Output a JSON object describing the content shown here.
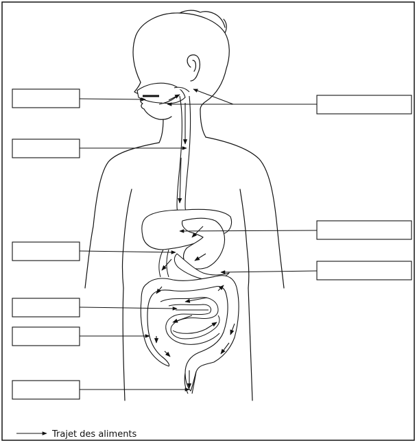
{
  "legend": {
    "text": "Trajet des aliments"
  },
  "colors": {
    "outline": "#111111",
    "organ_fill": "#ffffff",
    "background": "#ffffff"
  },
  "labels": [
    {
      "name": "label-box-mouth",
      "value": ""
    },
    {
      "name": "label-box-esophagus",
      "value": ""
    },
    {
      "name": "label-box-pancreas",
      "value": ""
    },
    {
      "name": "label-box-small-intestine",
      "value": ""
    },
    {
      "name": "label-box-large-intestine",
      "value": ""
    },
    {
      "name": "label-box-rectum",
      "value": ""
    },
    {
      "name": "label-box-salivary-glands",
      "value": ""
    },
    {
      "name": "label-box-liver",
      "value": ""
    },
    {
      "name": "label-box-stomach",
      "value": ""
    }
  ]
}
